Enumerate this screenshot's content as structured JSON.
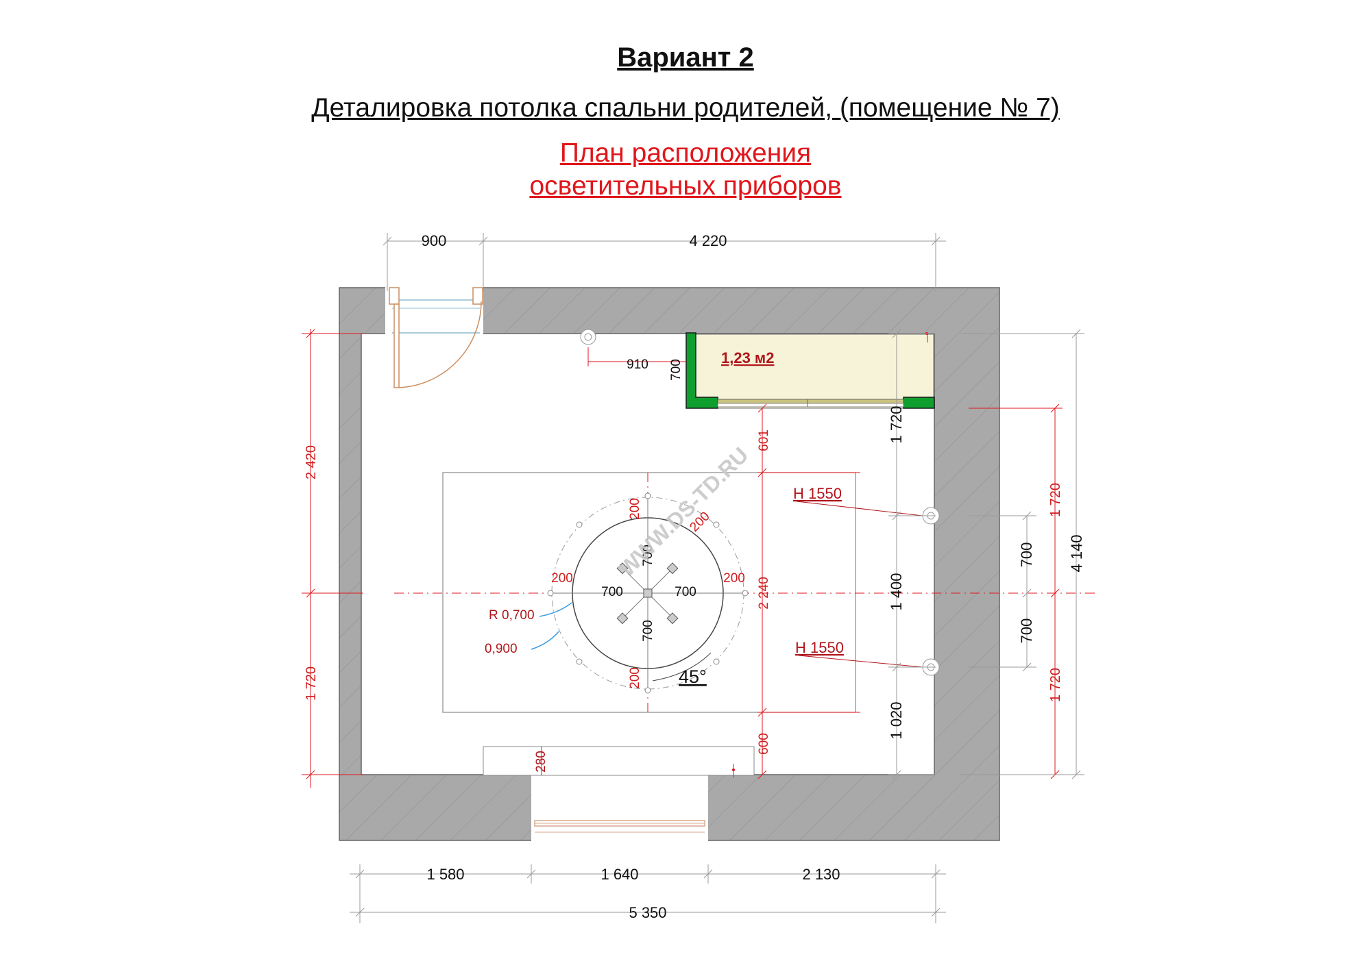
{
  "header": {
    "title": "Вариант 2",
    "subtitle": "Деталировка потолка спальни родителей, (помещение  № 7)",
    "plan_title_line1": "План расположения",
    "plan_title_line2": "осветительных приборов"
  },
  "watermark": "WWW.DS-TD.RU",
  "dims": {
    "top_door": "900",
    "top_wall": "4 220",
    "bottom_left": "1 580",
    "bottom_window": "1 640",
    "bottom_right": "2 130",
    "bottom_total": "5 350",
    "left_upper": "2 420",
    "left_lower": "1 720",
    "wardrobe_depth": "700",
    "lamp_offset": "910",
    "wardrobe_area": "1,23 м2",
    "mid_601": "601",
    "mid_2240": "2 240",
    "mid_600": "600",
    "radiator_depth": "280",
    "right_1720_top": "1 720",
    "right_1400": "1 400",
    "right_1020": "1 020",
    "outer_700_top": "700",
    "outer_700_bottom": "700",
    "outer_1720_top": "1 720",
    "outer_1720_bottom": "1 720",
    "total_4140": "4 140",
    "sconce_top": "H 1550",
    "sconce_bottom": "H 1550",
    "r_inner": "R 0,700",
    "r_outer": "0,900",
    "angle": "45°",
    "c200_top": "200",
    "c200_topright": "200",
    "c200_left": "200",
    "c200_right": "200",
    "c200_bottom": "200",
    "c700_up": "700",
    "c700_left": "700",
    "c700_right": "700",
    "c700_down": "700"
  }
}
